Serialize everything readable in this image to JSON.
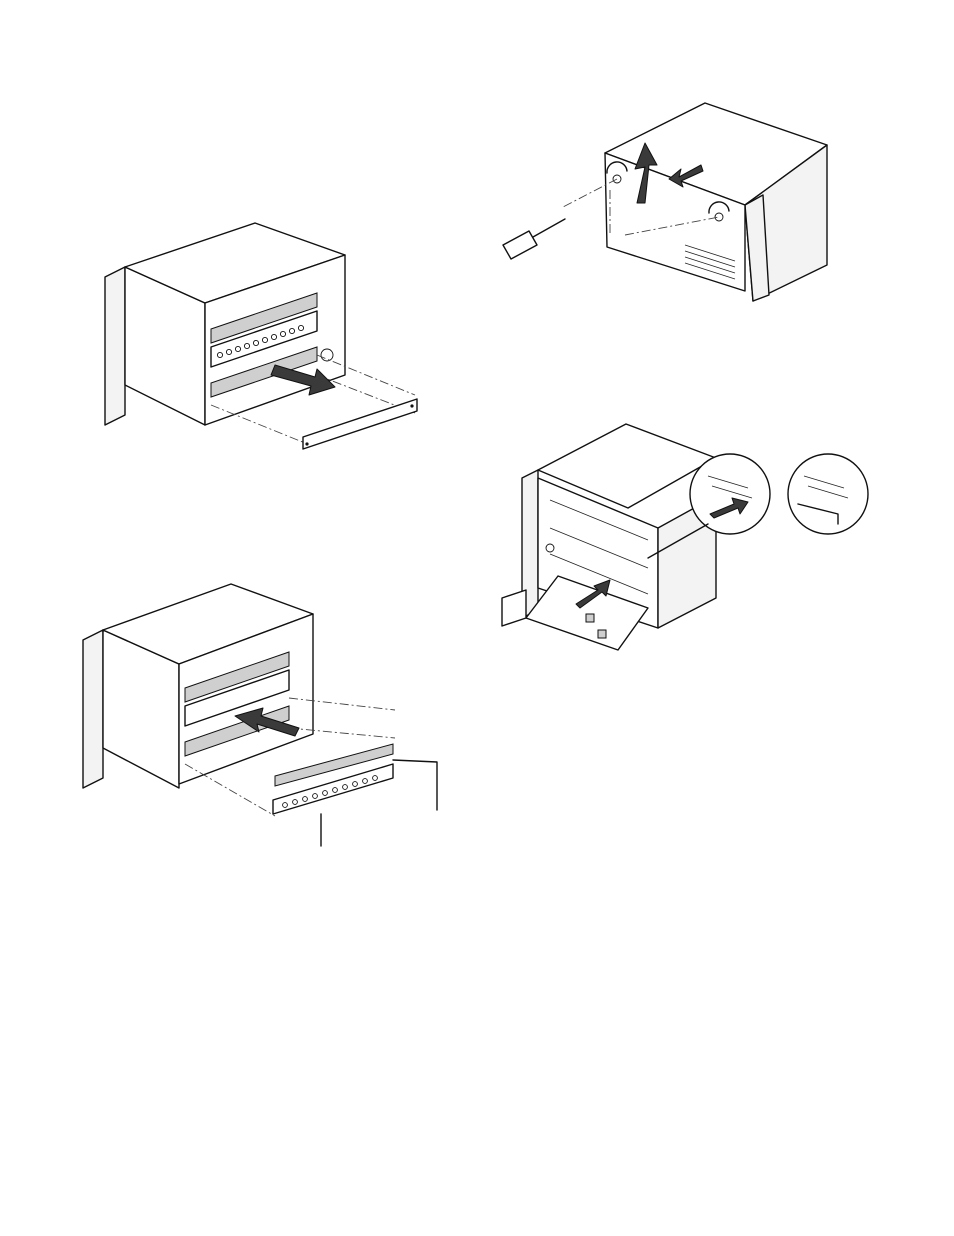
{
  "figures": [
    {
      "id": "remove-blank-panel",
      "step_arrow": "pull-out"
    },
    {
      "id": "remove-rear-cover",
      "step_arrow": "lift-and-slide"
    },
    {
      "id": "install-card-panel",
      "step_arrow": "push-in",
      "callouts": 2
    },
    {
      "id": "insert-card",
      "step_arrow": "push-in",
      "detail_callouts": 2
    }
  ],
  "colors": {
    "line": "#111111",
    "arrow": "#3a3a3a",
    "shade": "#cfcfcf"
  }
}
